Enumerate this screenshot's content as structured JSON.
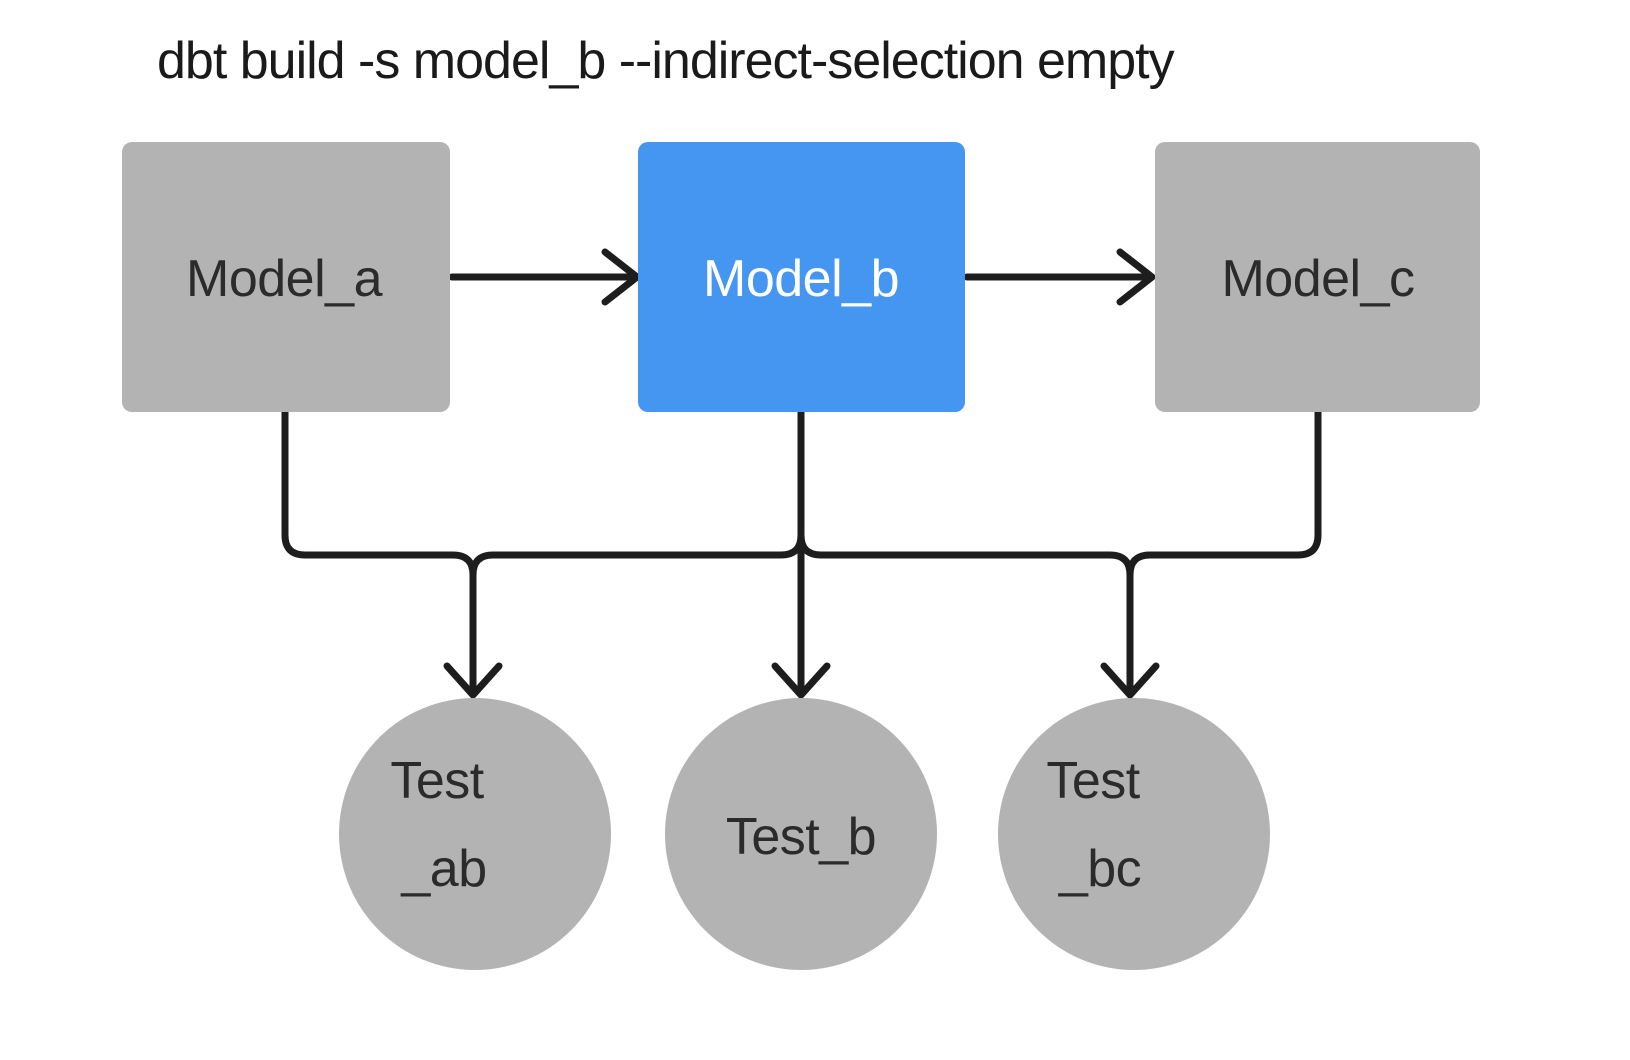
{
  "title": "dbt build -s model_b --indirect-selection empty",
  "colors": {
    "background": "#ffffff",
    "selected_node": "#4596f0",
    "unselected_node": "#b3b3b3",
    "edge": "#1d1d1d",
    "node_text_dark": "#2b2b2b",
    "node_text_light": "#ffffff",
    "title_text": "#1a1a1a"
  },
  "nodes": {
    "model_a": {
      "label": "Model_a"
    },
    "model_b": {
      "label": "Model_b"
    },
    "model_c": {
      "label": "Model_c"
    },
    "test_ab": {
      "label_line1": "Test",
      "label_line2": "_ab"
    },
    "test_b": {
      "label": "Test_b"
    },
    "test_bc": {
      "label_line1": "Test",
      "label_line2": "_bc"
    }
  },
  "edges": [
    {
      "from": "model_a",
      "to": "model_b"
    },
    {
      "from": "model_b",
      "to": "model_c"
    },
    {
      "from": "model_a",
      "to": "test_ab"
    },
    {
      "from": "model_b",
      "to": "test_ab"
    },
    {
      "from": "model_b",
      "to": "test_b"
    },
    {
      "from": "model_b",
      "to": "test_bc"
    },
    {
      "from": "model_c",
      "to": "test_bc"
    }
  ]
}
